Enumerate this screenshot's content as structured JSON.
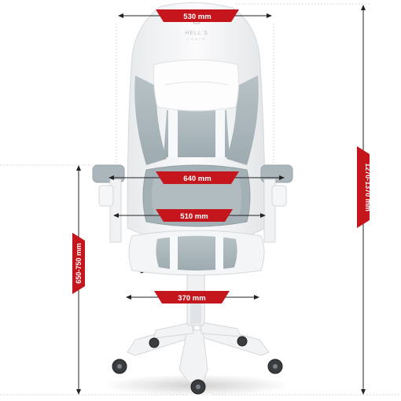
{
  "brand": {
    "logo_text": "HELL'S",
    "logo_sub": "CHAIR"
  },
  "dimensions": {
    "top_width": "530 mm",
    "backrest_width": "640 mm",
    "seat_back_width": "510 mm",
    "seat_width": "370 mm",
    "total_height": "1270-1370 mm",
    "seat_height": "650-750 mm"
  },
  "colors": {
    "badge": "#c4161c",
    "chair_white": "#f4f5f6",
    "chair_grey": "#a9b5ba",
    "arrow": "#222222",
    "guide": "#bcbcbc"
  }
}
